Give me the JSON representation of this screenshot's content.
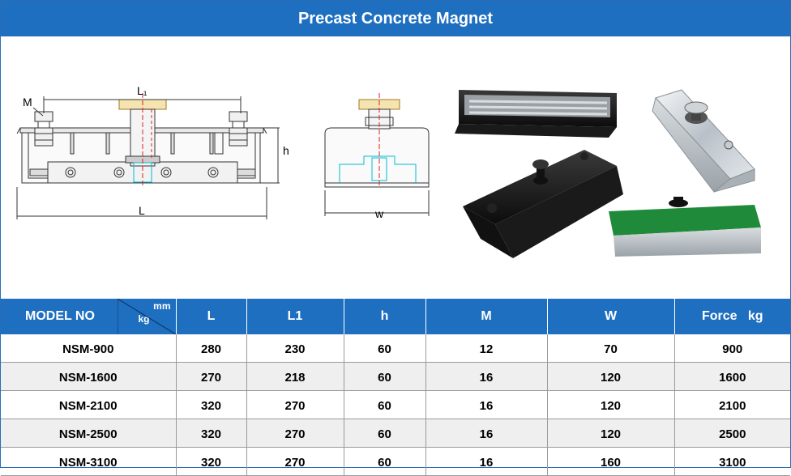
{
  "title": "Precast Concrete Magnet",
  "figure": {
    "dimension_labels": {
      "m": "M",
      "l1": "L₁",
      "h": "h",
      "l": "L",
      "w": "w"
    },
    "product_photos": [
      "black-magnet-box-photo",
      "black-magnet-with-knob-photo",
      "silver-magnet-with-knob-photo",
      "green-top-magnet-photo"
    ]
  },
  "table": {
    "header": {
      "model": "MODEL NO",
      "unit_mm": "mm",
      "unit_kg": "kg",
      "columns": [
        "L",
        "L1",
        "h",
        "M",
        "W",
        "Force   kg"
      ]
    },
    "rows": [
      {
        "model": "NSM-900",
        "L": "280",
        "L1": "230",
        "h": "60",
        "M": "12",
        "W": "70",
        "force": "900"
      },
      {
        "model": "NSM-1600",
        "L": "270",
        "L1": "218",
        "h": "60",
        "M": "16",
        "W": "120",
        "force": "1600"
      },
      {
        "model": "NSM-2100",
        "L": "320",
        "L1": "270",
        "h": "60",
        "M": "16",
        "W": "120",
        "force": "2100"
      },
      {
        "model": "NSM-2500",
        "L": "320",
        "L1": "270",
        "h": "60",
        "M": "16",
        "W": "120",
        "force": "2500"
      },
      {
        "model": "NSM-3100",
        "L": "320",
        "L1": "270",
        "h": "60",
        "M": "16",
        "W": "160",
        "force": "3100"
      }
    ]
  },
  "colors": {
    "header_blue": "#1f6fc0",
    "alt_row": "#efefef",
    "green_top": "#1f8a3a"
  }
}
